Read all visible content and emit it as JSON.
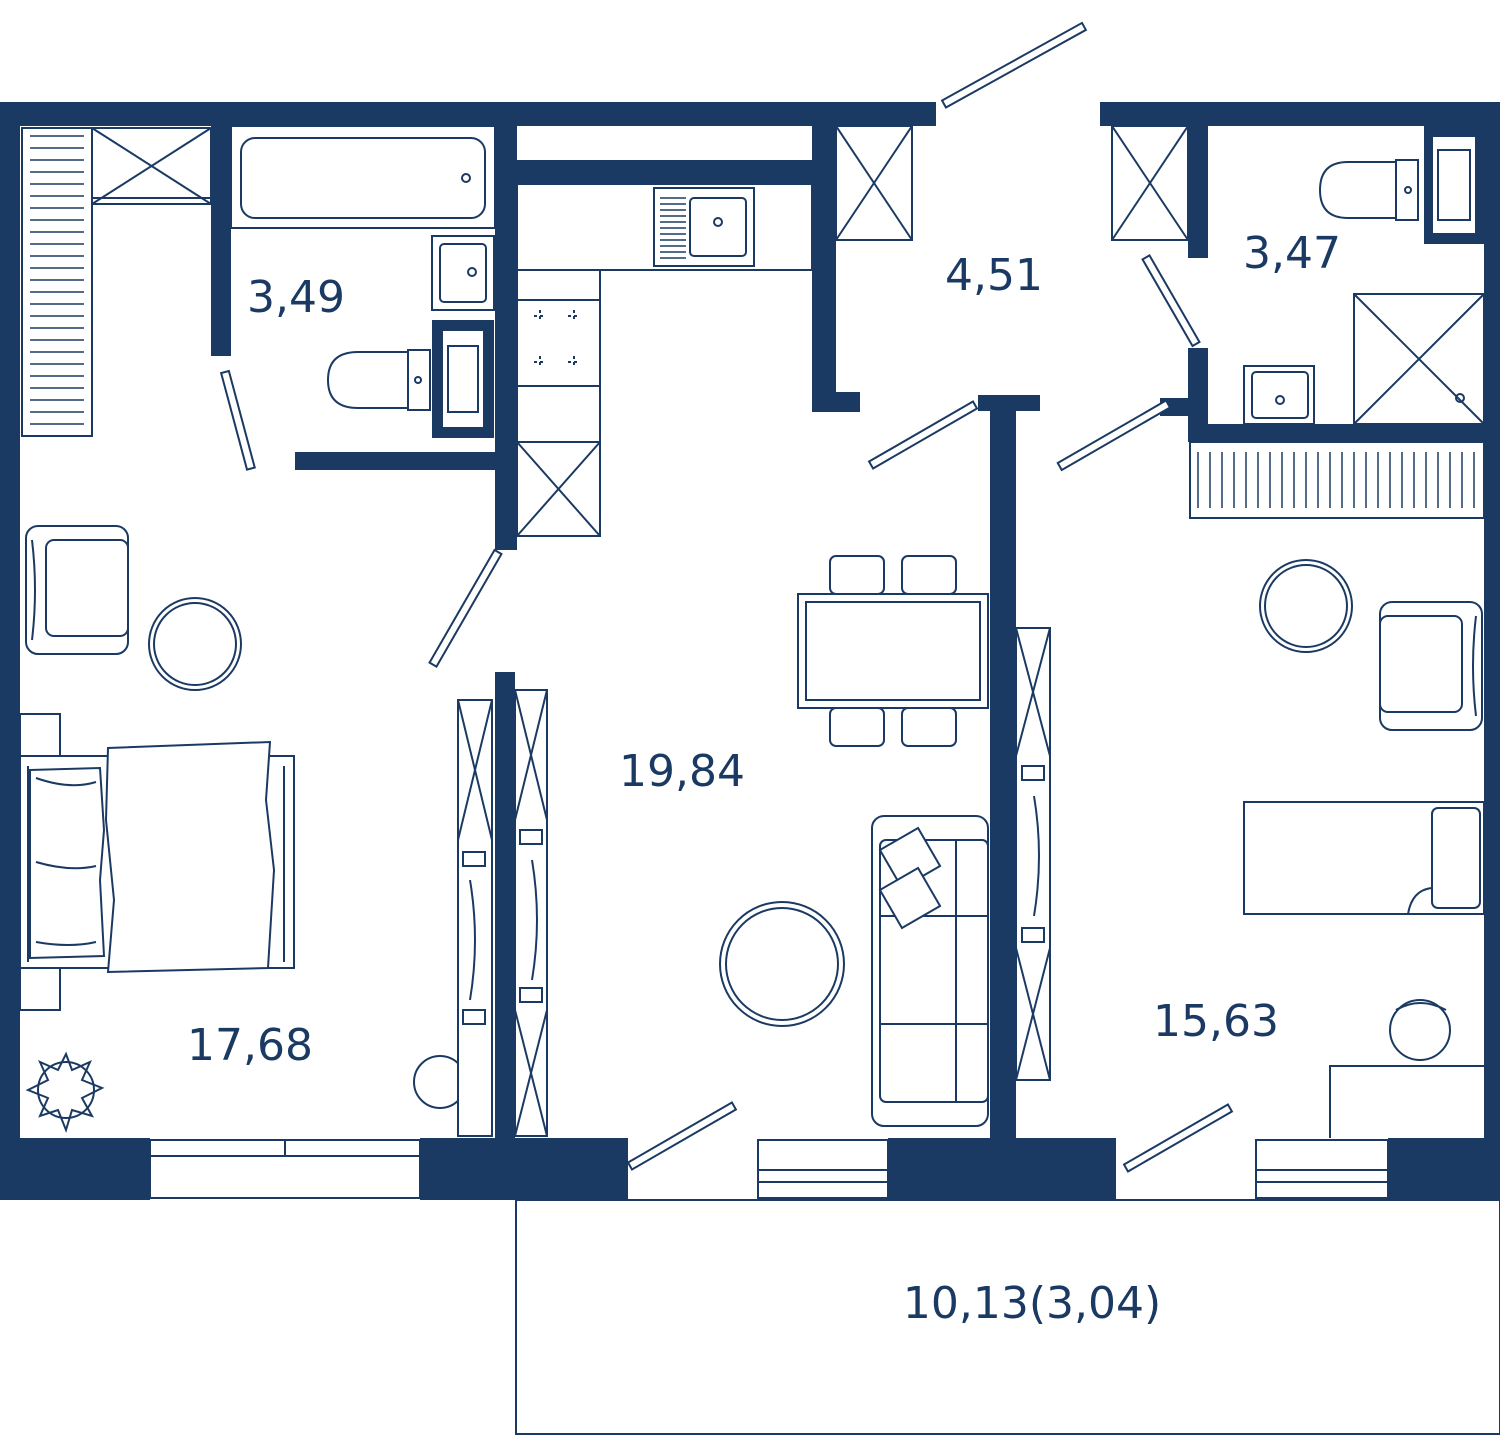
{
  "colors": {
    "wall": "#1b3a63",
    "background": "#ffffff"
  },
  "rooms": {
    "bathroom_left": {
      "area": "3,49"
    },
    "hall": {
      "area": "4,51"
    },
    "bathroom_right": {
      "area": "3,47"
    },
    "kitchen_living": {
      "area": "19,84"
    },
    "bedroom_left": {
      "area": "17,68"
    },
    "bedroom_right": {
      "area": "15,63"
    },
    "balcony": {
      "area": "10,13(3,04)"
    }
  },
  "icons": [
    "bathtub-icon",
    "toilet-icon",
    "sink-icon",
    "stove-icon",
    "shower-icon",
    "bed-icon",
    "sofa-icon",
    "armchair-icon",
    "table-icon",
    "chair-icon",
    "plant-icon",
    "radiator-icon",
    "wardrobe-icon",
    "door-icon",
    "window-icon"
  ]
}
